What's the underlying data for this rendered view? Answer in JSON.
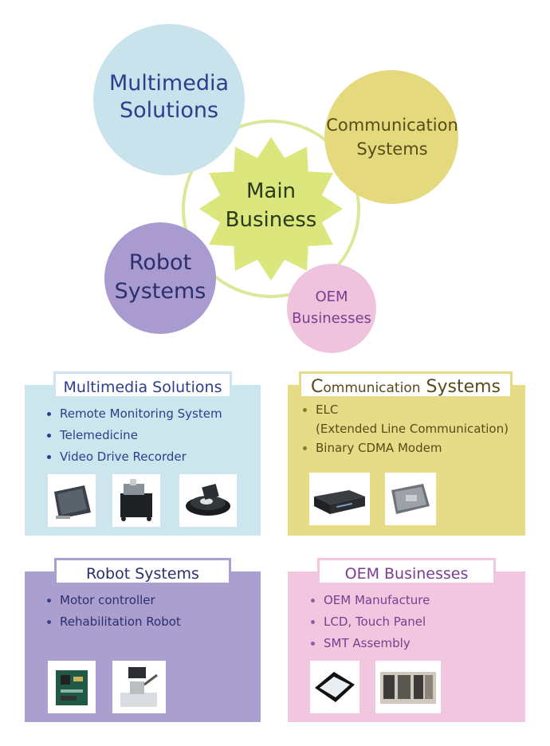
{
  "diagram": {
    "center": "Main Business",
    "center_lines": [
      "Main",
      "Business"
    ],
    "multimedia_lines": [
      "Multimedia",
      "Solutions"
    ],
    "communication_lines": [
      "Communication",
      "Systems"
    ],
    "robot_lines": [
      "Robot",
      "Systems"
    ],
    "oem_lines": [
      "OEM",
      "Businesses"
    ],
    "colors": {
      "multimedia_circle": "#c9e3ec",
      "communication_circle": "#e4d97c",
      "robot_circle": "#a99bcf",
      "oem_circle": "#efc3de",
      "center_star": "#dbe77d",
      "ring": "#dbe89a"
    }
  },
  "cards": {
    "multimedia": {
      "title": "Multimedia Solutions",
      "items": [
        "Remote Monitoring System",
        "Telemedicine",
        "Video Drive Recorder"
      ],
      "thumbs": [
        "device-tablet-image",
        "medical-cart-image",
        "dash-recorder-image"
      ]
    },
    "communication": {
      "title_prefix": "C",
      "title_rest": "ommunication",
      "title_end": " Systems",
      "items": [
        "ELC",
        "(Extended Line Communication)",
        "Binary CDMA Modem"
      ],
      "thumbs": [
        "elc-box-image",
        "cdma-modem-image"
      ]
    },
    "robot": {
      "title": "Robot Systems",
      "items": [
        "Motor controller",
        "Rehabilitation Robot"
      ],
      "thumbs": [
        "controller-board-image",
        "rehab-robot-image"
      ]
    },
    "oem": {
      "title": "OEM Businesses",
      "items": [
        "OEM Manufacture",
        "LCD, Touch Panel",
        "SMT Assembly"
      ],
      "thumbs": [
        "touch-panel-image",
        "smt-machine-image"
      ]
    }
  },
  "colors": {
    "multimedia_bg": "#cde6ee",
    "communication_bg": "#e6dc87",
    "robot_bg": "#ab9fd0",
    "oem_bg": "#f0c7df",
    "multimedia_text": "#2b3f8c",
    "communication_text": "#5a4a1a",
    "robot_text": "#2b2f6e",
    "oem_text": "#7a3d8f"
  }
}
